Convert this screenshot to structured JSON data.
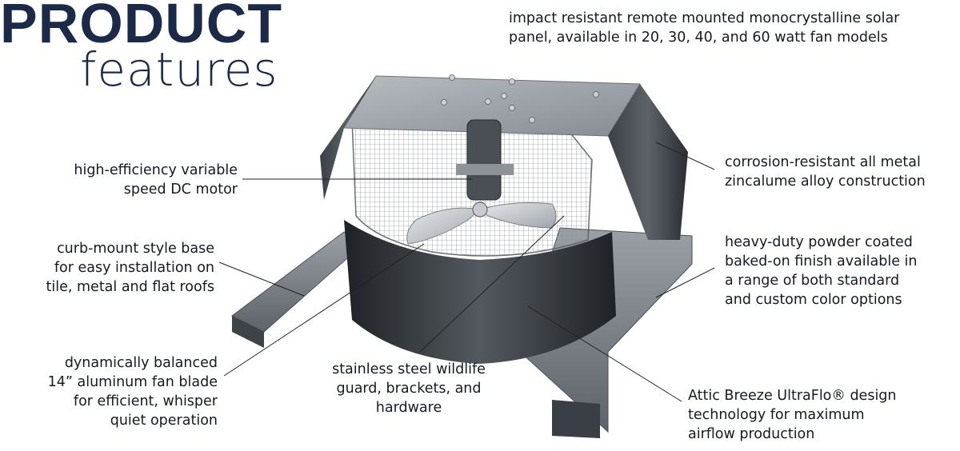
{
  "header": {
    "title": "PRODUCT",
    "subtitle": "features"
  },
  "callouts": {
    "solar": "impact resistant remote mounted monocrystalline solar\npanel, available in 20, 30, 40, and 60 watt fan models",
    "motor": "high-efficiency variable\nspeed DC motor",
    "construction": "corrosion-resistant all metal\nzincalume alloy construction",
    "base": "curb-mount style base\nfor easy installation on\ntile, metal and flat roofs",
    "finish": "heavy-duty powder coated\nbaked-on finish available in\na range of both standard\nand custom color options",
    "blade": "dynamically balanced\n14” aluminum fan blade\nfor efficient, whisper\nquiet operation",
    "guard": "stainless steel wildlife\nguard, brackets, and\nhardware",
    "design": "Attic Breeze UltraFlo® design\ntechnology for maximum\nairflow production"
  },
  "colors": {
    "title": "#1c2a4a",
    "text": "#151a24",
    "metal_dark": "#2e3338",
    "metal_mid": "#6d747b",
    "metal_light": "#b9bec3",
    "leader": "#222222"
  }
}
